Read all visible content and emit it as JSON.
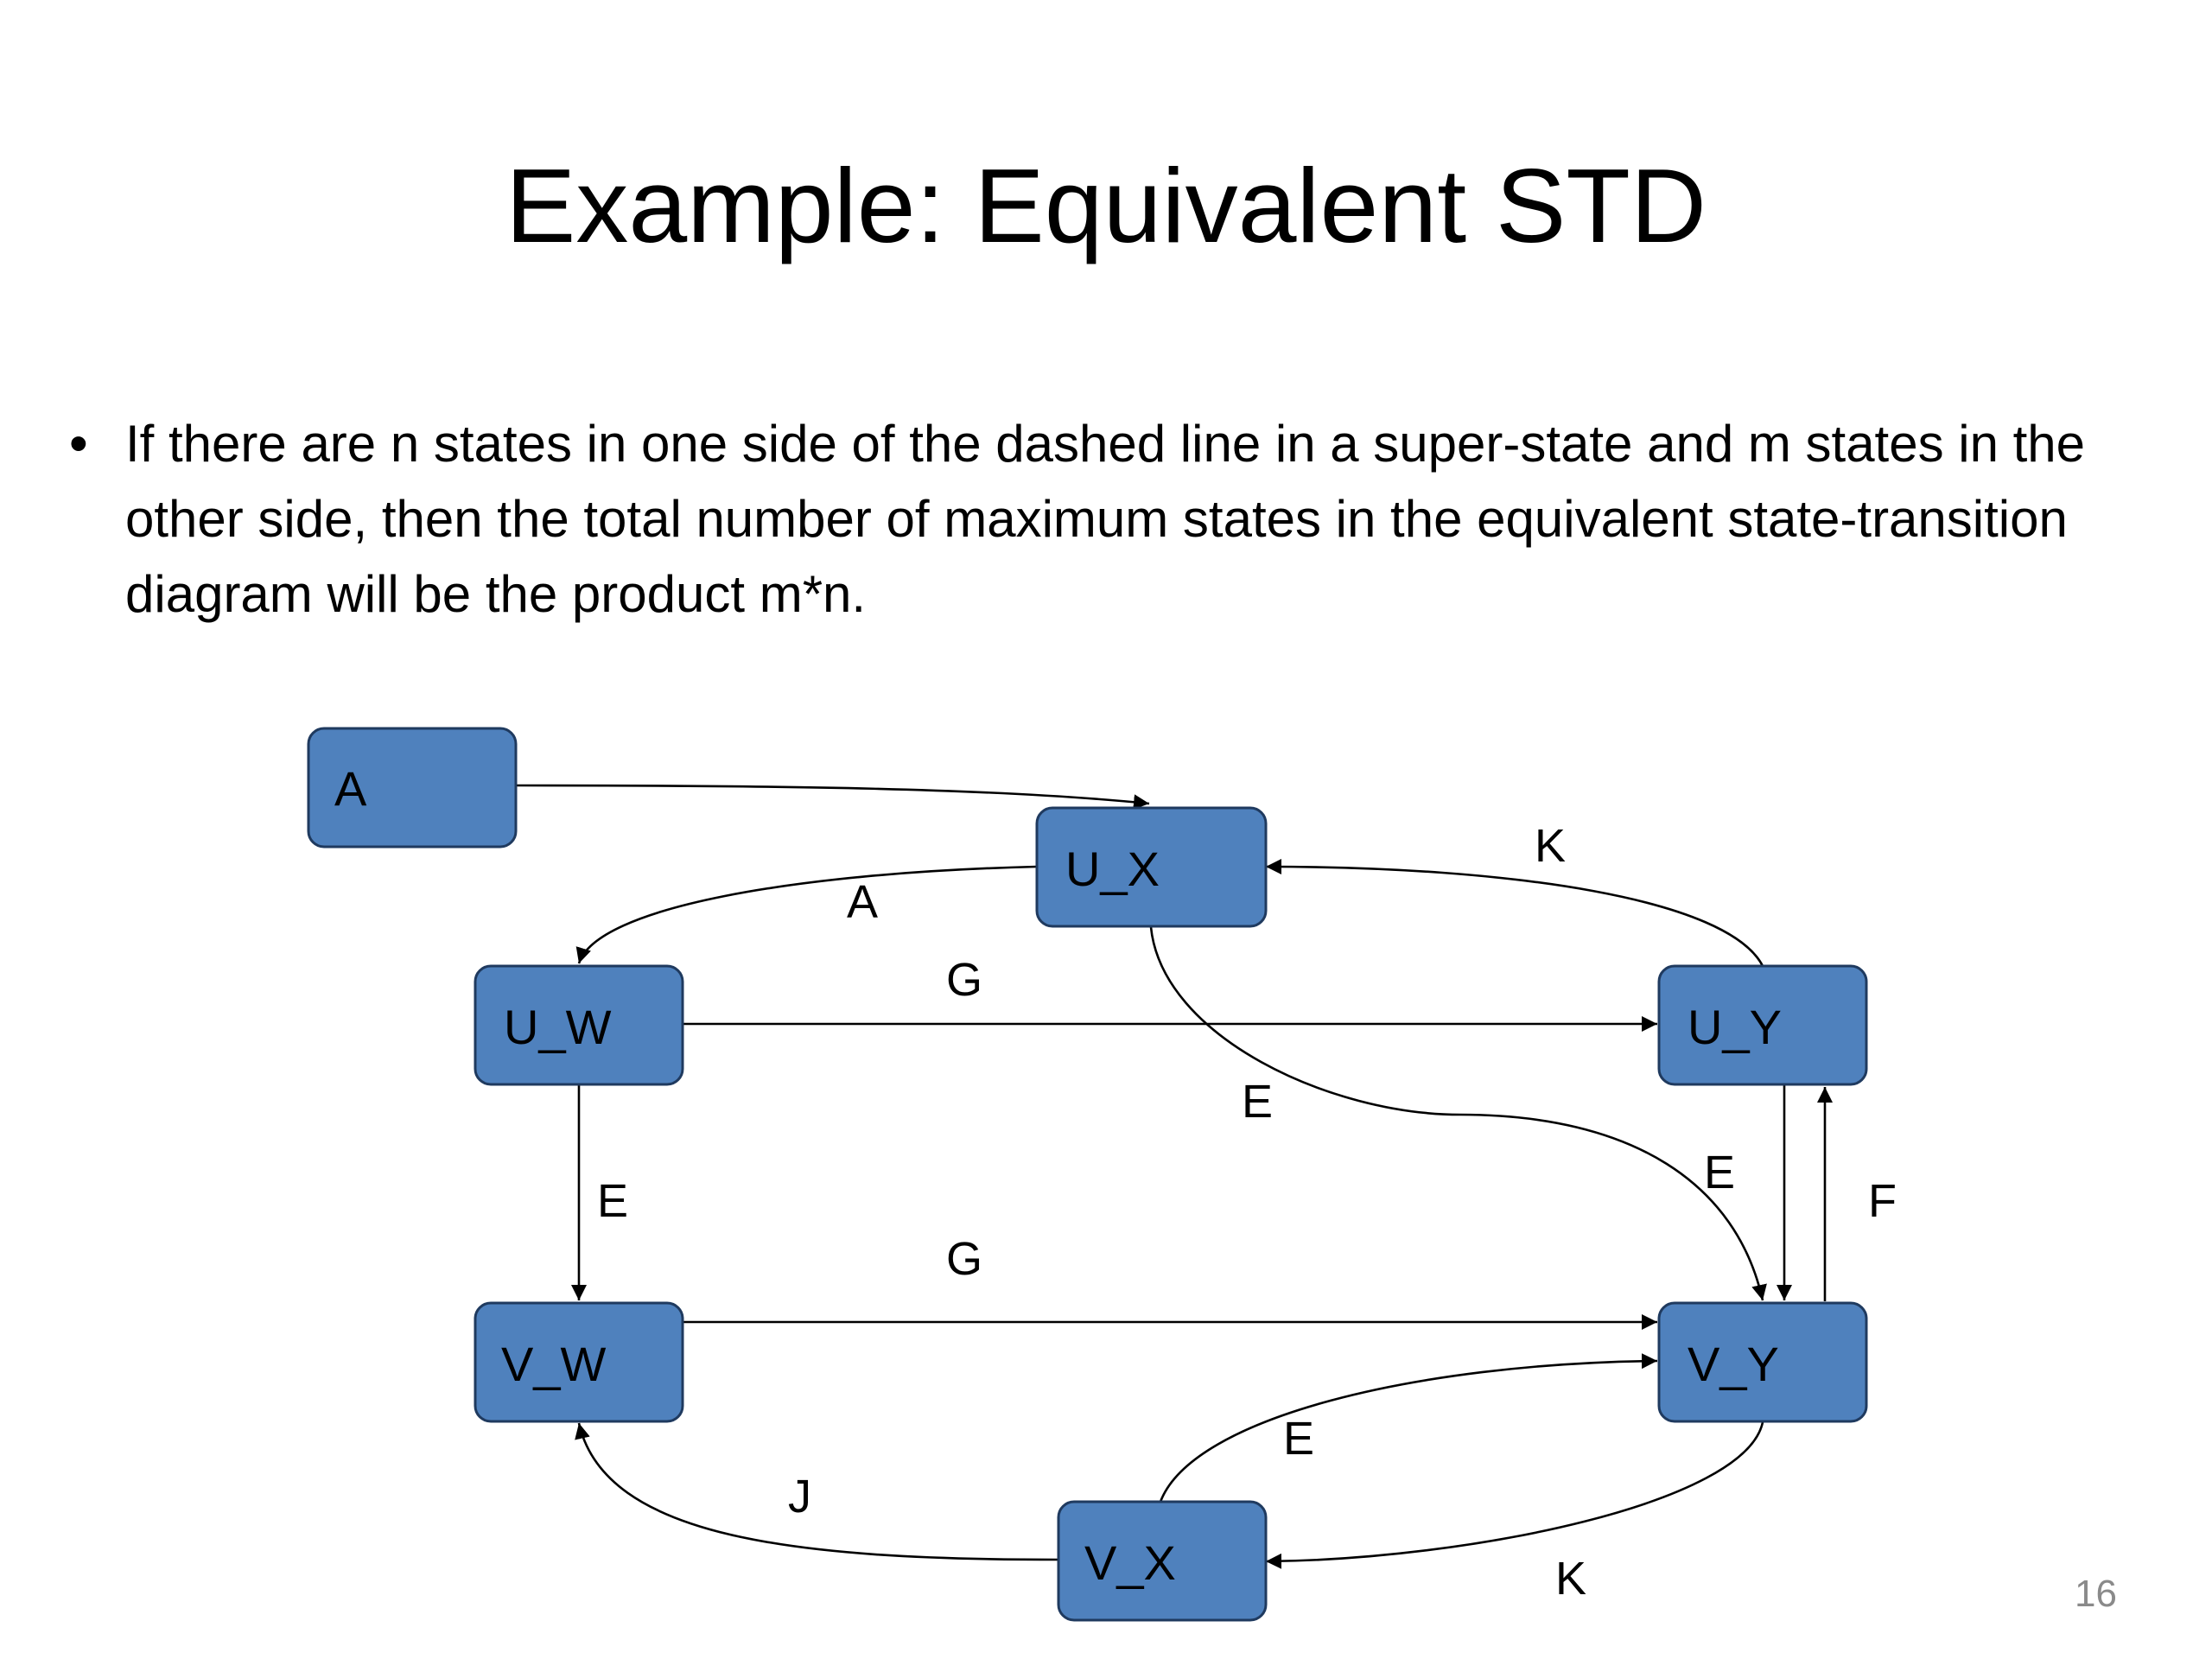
{
  "slide": {
    "title": "Example: Equivalent STD",
    "bullet": "If there are n states in one side of the dashed line in a super-state and m states in the other side, then the total number of maximum states in the equivalent state-transition diagram will be the product m*n.",
    "bullet_symbol": "•",
    "page_number": "16"
  },
  "diagram": {
    "node_color": "#4f81bd",
    "nodes": [
      {
        "id": "A",
        "label": "A"
      },
      {
        "id": "U_X",
        "label": "U_X"
      },
      {
        "id": "U_W",
        "label": "U_W"
      },
      {
        "id": "U_Y",
        "label": "U_Y"
      },
      {
        "id": "V_W",
        "label": "V_W"
      },
      {
        "id": "V_Y",
        "label": "V_Y"
      },
      {
        "id": "V_X",
        "label": "V_X"
      }
    ],
    "edges": [
      {
        "from": "A",
        "to": "U_X",
        "label": ""
      },
      {
        "from": "U_X",
        "to": "U_W",
        "label": "A"
      },
      {
        "from": "U_Y",
        "to": "U_X",
        "label": "K"
      },
      {
        "from": "U_W",
        "to": "U_Y",
        "label": "G"
      },
      {
        "from": "U_X",
        "to": "V_Y",
        "label": "E"
      },
      {
        "from": "U_W",
        "to": "V_W",
        "label": "E"
      },
      {
        "from": "U_Y",
        "to": "V_Y",
        "label": "E"
      },
      {
        "from": "V_Y",
        "to": "U_Y",
        "label": "F"
      },
      {
        "from": "V_W",
        "to": "V_Y",
        "label": "G"
      },
      {
        "from": "V_X",
        "to": "V_Y",
        "label": "E"
      },
      {
        "from": "V_X",
        "to": "V_W",
        "label": "J"
      },
      {
        "from": "V_Y",
        "to": "V_X",
        "label": "K"
      }
    ]
  }
}
